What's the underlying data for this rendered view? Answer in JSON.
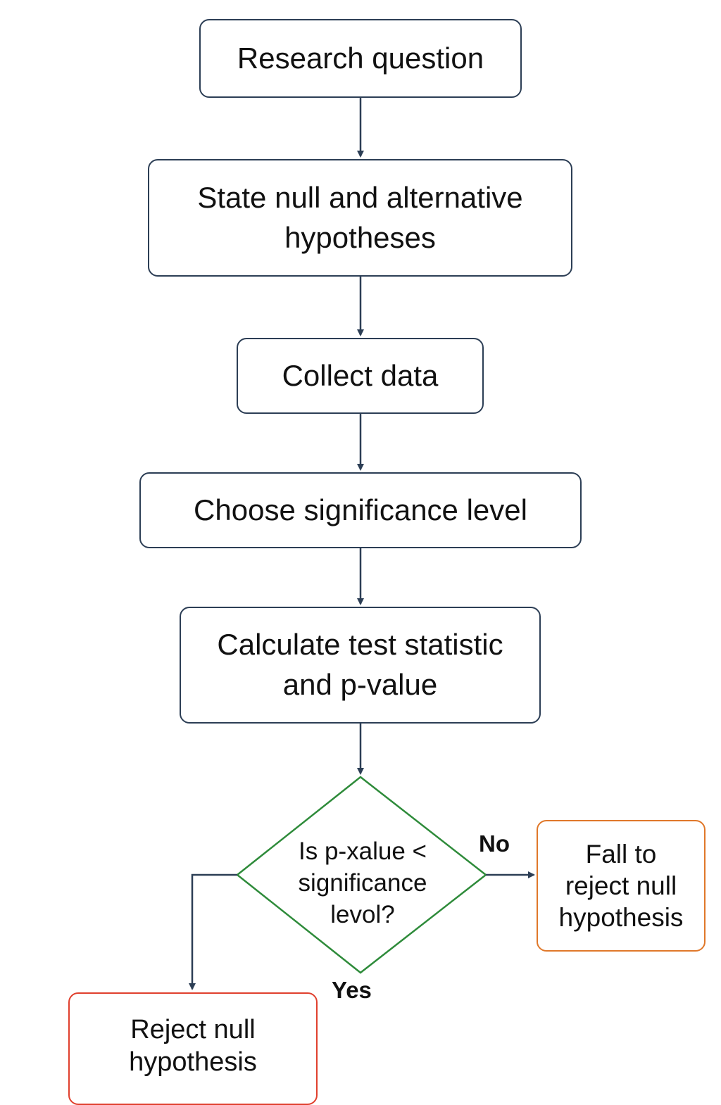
{
  "steps": {
    "research_question": "Research question",
    "state_hypotheses": "State null and alternative\nhypotheses",
    "collect_data": "Collect data",
    "choose_significance": "Choose significance level",
    "calculate_statistic": "Calculate test statistic\nand p-value"
  },
  "decision": {
    "question": "Is p-xalue <\nsignificance\nlevol?",
    "no_label": "No",
    "yes_label": "Yes"
  },
  "outcomes": {
    "fail_to_reject": "Fall to\nreject null\nhypothesis",
    "reject": "Reject null\nhypothesis"
  },
  "colors": {
    "process_border": "#2c3e55",
    "decision_border": "#2e8b3a",
    "fail_border": "#e0782a",
    "reject_border": "#e0402e"
  }
}
